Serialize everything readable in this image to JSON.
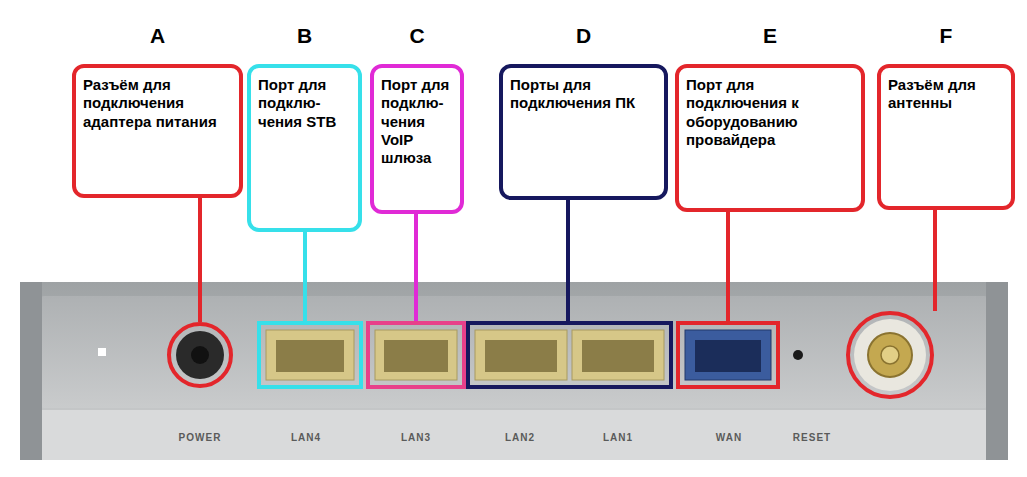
{
  "diagram": {
    "nodes": [
      {
        "text": [
          "A",
          "Разъём для подключения адаптера питания"
        ]
      },
      {
        "text": [
          "B",
          "Порт для подклю-чения STB"
        ]
      },
      {
        "text": [
          "C",
          "Порт для подклю-чения VoIP шлюза"
        ]
      },
      {
        "text": [
          "D",
          "Порты для подключения ПК"
        ]
      },
      {
        "text": [
          "E",
          "Порт для подключения к оборудованию провайдера"
        ]
      },
      {
        "text": [
          "F",
          "Разъём для антенны"
        ]
      }
    ],
    "labels": [
      "POWER",
      "LAN4",
      "LAN3",
      "LAN2",
      "LAN1",
      "WAN",
      "RESET"
    ]
  }
}
